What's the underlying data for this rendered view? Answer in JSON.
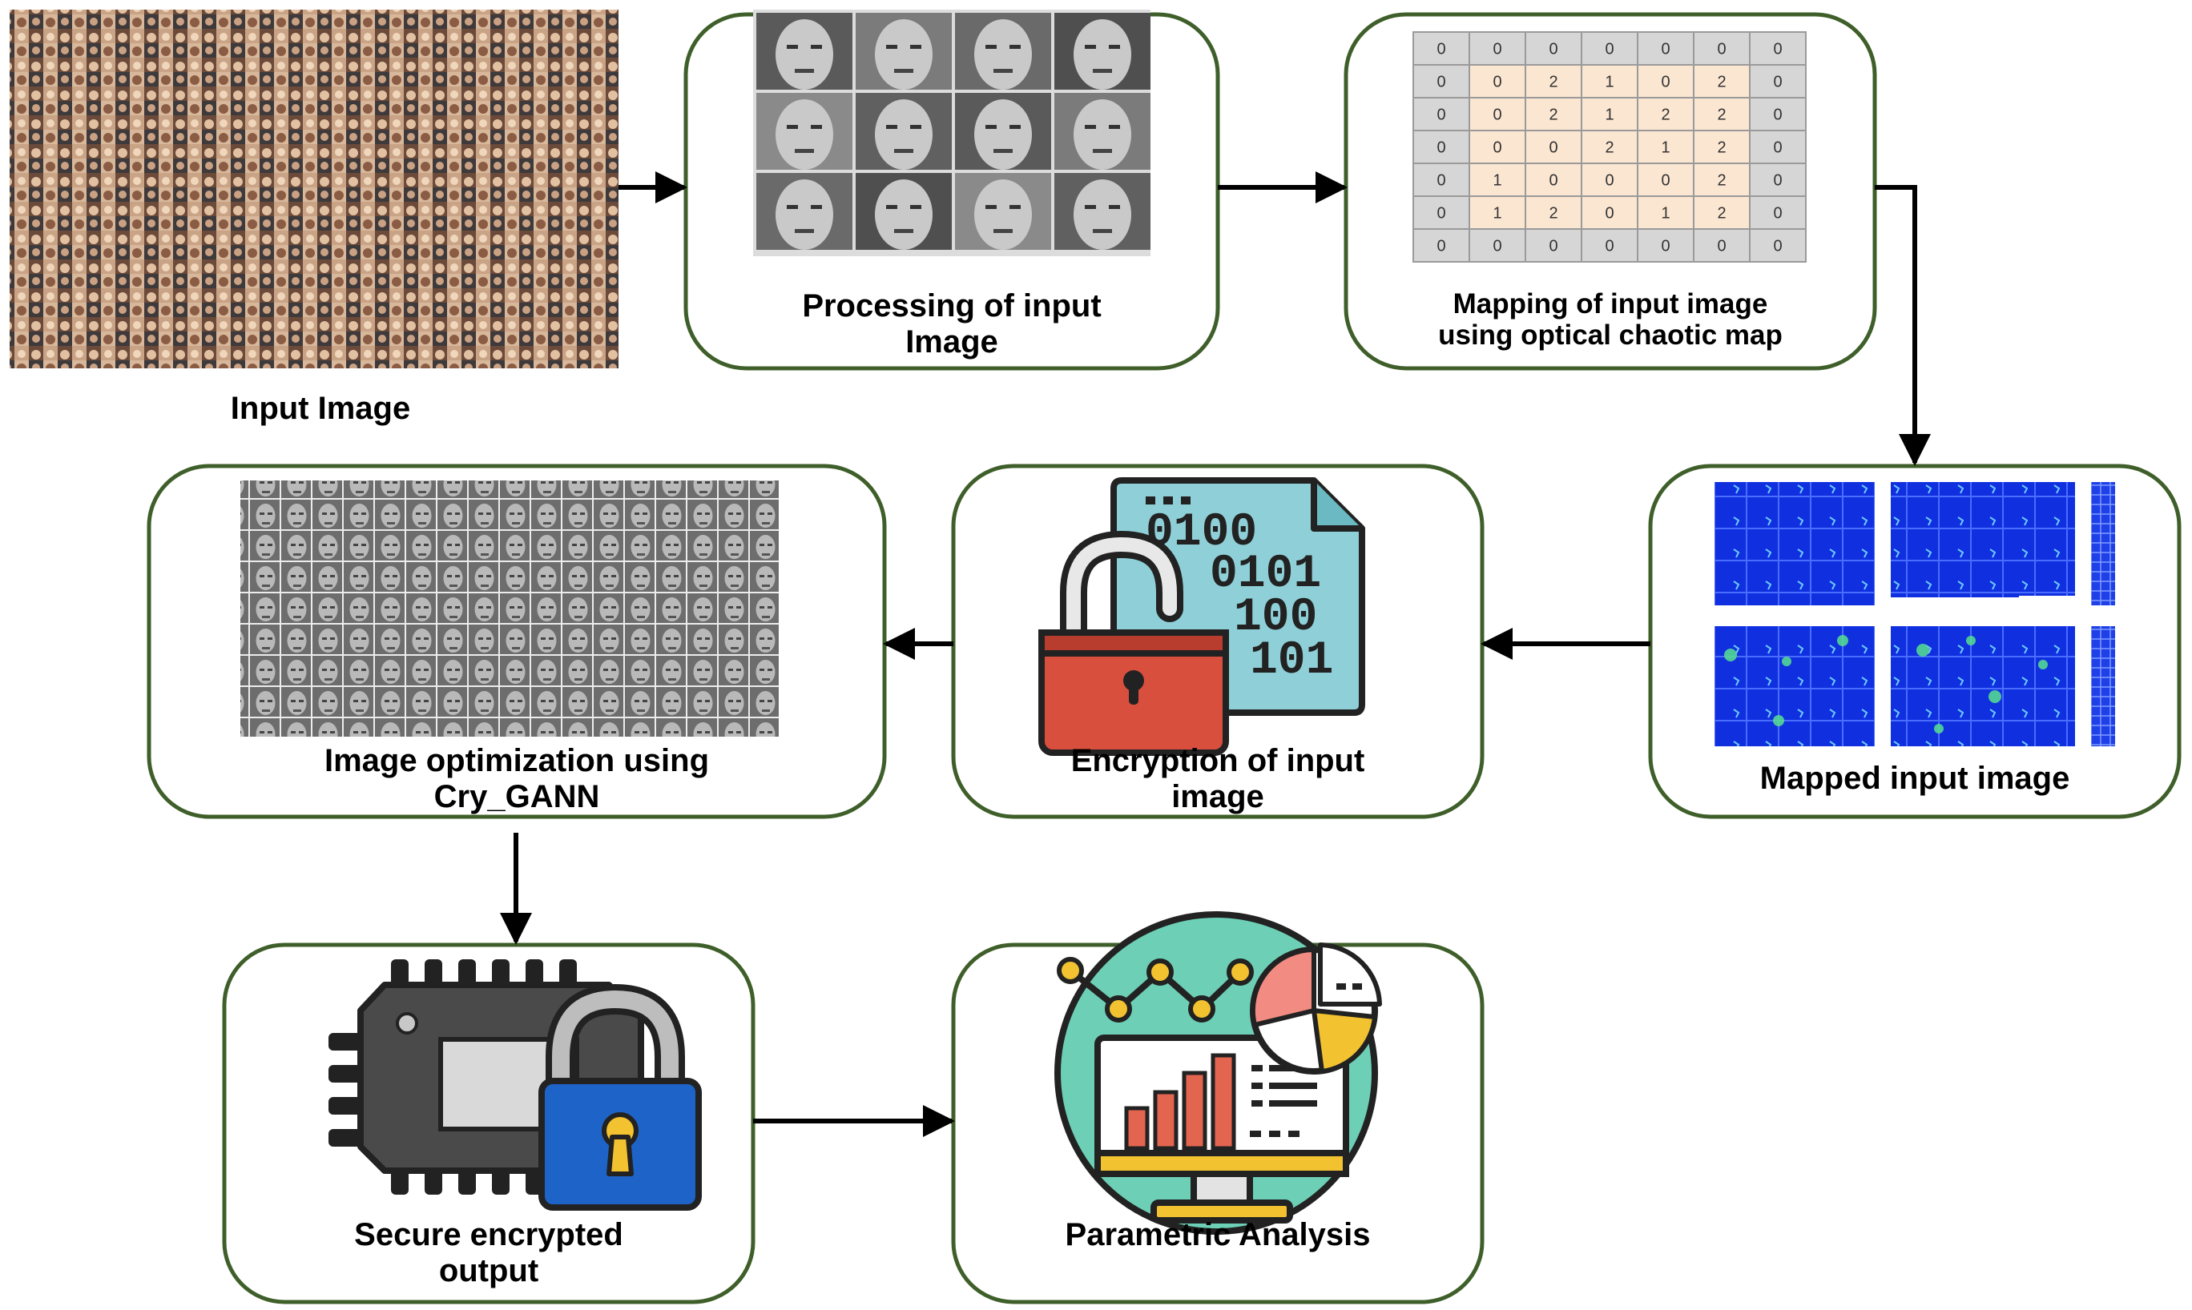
{
  "labels": {
    "input_image": "Input Image",
    "processing_l1": "Processing of input",
    "processing_l2": "Image",
    "mapping_l1": "Mapping of input image",
    "mapping_l2": "using optical chaotic map",
    "mapped": "Mapped input image",
    "encryption_l1": "Encryption of input",
    "encryption_l2": "image",
    "optimization_l1": "Image optimization using",
    "optimization_l2": "Cry_GANN",
    "secure_l1": "Secure encrypted",
    "secure_l2": "output",
    "parametric": "Parametric Analysis"
  },
  "chaotic_matrix": [
    [
      "0",
      "0",
      "0",
      "0",
      "0",
      "0",
      "0"
    ],
    [
      "0",
      "0",
      "2",
      "1",
      "0",
      "2",
      "0"
    ],
    [
      "0",
      "0",
      "2",
      "1",
      "2",
      "2",
      "0"
    ],
    [
      "0",
      "0",
      "0",
      "2",
      "1",
      "2",
      "0"
    ],
    [
      "0",
      "1",
      "0",
      "0",
      "0",
      "2",
      "0"
    ],
    [
      "0",
      "1",
      "2",
      "0",
      "1",
      "2",
      "0"
    ],
    [
      "0",
      "0",
      "0",
      "0",
      "0",
      "0",
      "0"
    ]
  ],
  "binary_text": [
    "0100",
    "0101",
    "100",
    "101"
  ],
  "colors": {
    "box_border": "#3f5f2a",
    "arrow": "#000000",
    "matrix_inner": "#fbe6d1",
    "matrix_border_cell": "#d6d6d6",
    "doc": "#8fd0d8",
    "lock_red": "#d94f3d",
    "lock_blue": "#1e64c8",
    "chip": "#4a4a4a",
    "heat_blue": "#1030e0"
  },
  "icons": [
    "faces-mosaic",
    "faces-grid",
    "chaotic-matrix",
    "heatmap-grid",
    "encrypted-file-lock-icon",
    "faces-grayscale-grid",
    "chip-lock-icon",
    "analytics-monitor-icon"
  ]
}
